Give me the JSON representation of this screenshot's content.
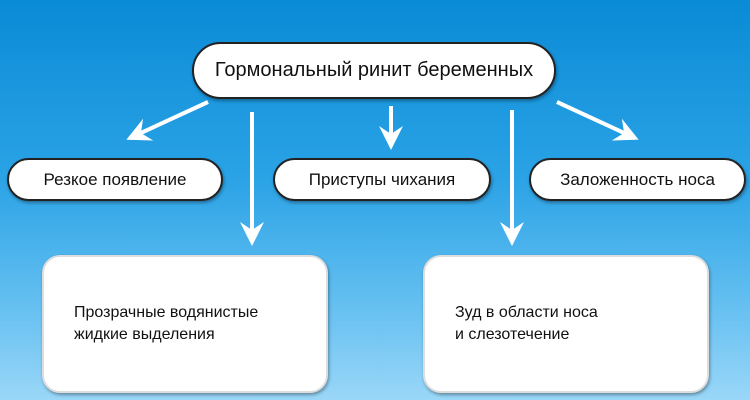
{
  "title": "Гормональный ринит беременных",
  "symptoms": [
    {
      "label": "Резкое появление"
    },
    {
      "label": "Приступы чихания"
    },
    {
      "label": "Заложенность носа"
    },
    {
      "label": "Прозрачные водянистые\nжидкие выделения"
    },
    {
      "label": "Зуд в области носа\nи слезотечение"
    }
  ]
}
